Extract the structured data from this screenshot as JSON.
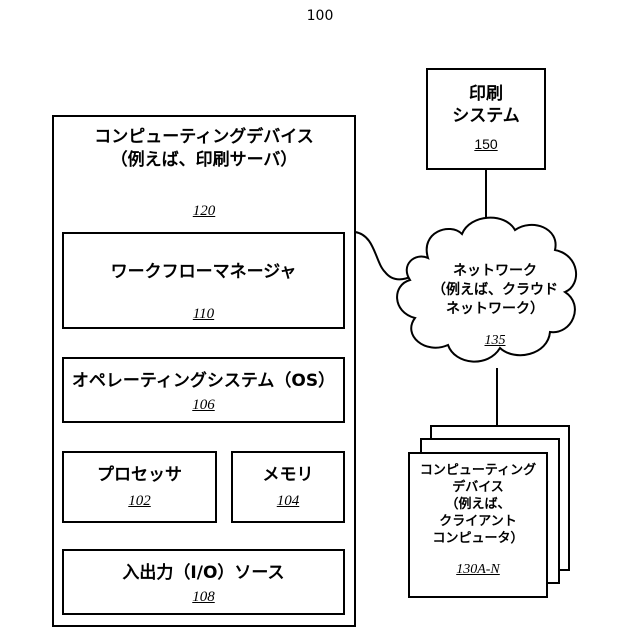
{
  "figure_number": "100",
  "computing_device": {
    "line1": "コンピューティングデバイス",
    "line2": "（例えば、印刷サーバ）",
    "ref": "120"
  },
  "workflow_manager": {
    "label": "ワークフローマネージャ",
    "ref": "110"
  },
  "operating_system": {
    "label": "オペレーティングシステム（OS）",
    "ref": "106"
  },
  "processor": {
    "label": "プロセッサ",
    "ref": "102"
  },
  "memory": {
    "label": "メモリ",
    "ref": "104"
  },
  "io_source": {
    "label": "入出力（I/O）ソース",
    "ref": "108"
  },
  "print_system": {
    "line1": "印刷",
    "line2": "システム",
    "ref": "150"
  },
  "network": {
    "line1": "ネットワーク",
    "line2": "（例えば、クラウド",
    "line3": "ネットワーク）",
    "ref": "135"
  },
  "client_devices": {
    "line1": "コンピューティング",
    "line2": "デバイス",
    "line3": "（例えば、",
    "line4": "クライアント",
    "line5": "コンピュータ）",
    "ref": "130A-N"
  }
}
